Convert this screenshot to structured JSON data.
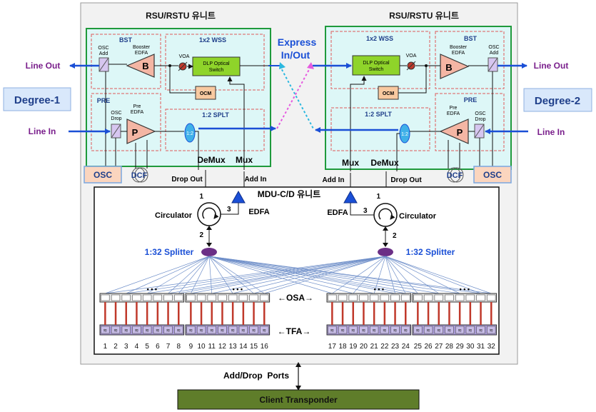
{
  "rsu_left": {
    "title": "RSU/RSTU 유니트",
    "bst": {
      "title": "BST",
      "osc_add": [
        "OSC",
        "Add"
      ],
      "booster": [
        "Booster",
        "EDFA"
      ],
      "amp": "B"
    },
    "wss": {
      "title": "1x2 WSS",
      "voa": "VOA",
      "switch": [
        "DLP Optical",
        "Switch"
      ],
      "ocm": "OCM"
    },
    "pre": {
      "title": "PRE",
      "osc_drop": [
        "OSC",
        "Drop"
      ],
      "pre_edfa": [
        "Pre",
        "EDFA"
      ],
      "amp": "P"
    },
    "splt": {
      "title": "1:2 SPLT",
      "splitter": "1:2"
    },
    "demux": "DeMux",
    "mux": "Mux",
    "osc": "OSC",
    "dcf": "DCF"
  },
  "rsu_right": {
    "title": "RSU/RSTU 유니트",
    "bst": {
      "title": "BST",
      "osc_add": [
        "OSC",
        "Add"
      ],
      "booster": [
        "Booster",
        "EDFA"
      ],
      "amp": "B"
    },
    "wss": {
      "title": "1x2 WSS",
      "voa": "VOA",
      "switch": [
        "DLP Optical",
        "Switch"
      ],
      "ocm": "OCM"
    },
    "pre": {
      "title": "PRE",
      "osc_drop": [
        "OSC",
        "Drop"
      ],
      "pre_edfa": [
        "Pre",
        "EDFA"
      ],
      "amp": "P"
    },
    "splt": {
      "title": "1:2 SPLT",
      "splitter": "1:2"
    },
    "demux": "DeMux",
    "mux": "Mux",
    "osc": "OSC",
    "dcf": "DCF"
  },
  "express": [
    "Express",
    "In/Out"
  ],
  "degree_left": "Degree-1",
  "degree_right": "Degree-2",
  "line_out": "Line Out",
  "line_in": "Line In",
  "drop_out": "Drop Out",
  "add_in": "Add In",
  "mdu": {
    "title": "MDU-C/D 유니트",
    "circulator": "Circulator",
    "edfa": "EDFA",
    "splitter": "1:32 Splitter",
    "port1": "1",
    "port2": "2",
    "port3": "3",
    "osa": "←OSA→",
    "tfa": "←TFA→",
    "dots": "• • •",
    "tfa_glyph": "≋",
    "ports": [
      "1",
      "2",
      "3",
      "4",
      "5",
      "6",
      "7",
      "8",
      "9",
      "10",
      "11",
      "12",
      "13",
      "14",
      "15",
      "16",
      "17",
      "18",
      "19",
      "20",
      "21",
      "22",
      "23",
      "24",
      "25",
      "26",
      "27",
      "28",
      "29",
      "30",
      "31",
      "32"
    ]
  },
  "add_drop_ports": "Add/Drop  Ports",
  "client": "Client Transponder",
  "colors": {
    "panel_bg": "#f2f2f2",
    "module_bg": "#ddf7f7",
    "module_border": "#1f9a3c",
    "sub_dash": "#e05a5a",
    "amp_fill": "#f4b6a4",
    "switch_fill": "#8fd42a",
    "ocm_fill": "#f8c9a0",
    "osc_fill": "#fbd5be",
    "degree_fill": "#d9e8fb",
    "degree_text": "#1f3f8a",
    "blue_line": "#1a4fd6",
    "purple_text": "#7a1f8c",
    "client_fill": "#5f7d2a",
    "patch": "#c0392b",
    "splitter_fill": "#6b2f86"
  }
}
